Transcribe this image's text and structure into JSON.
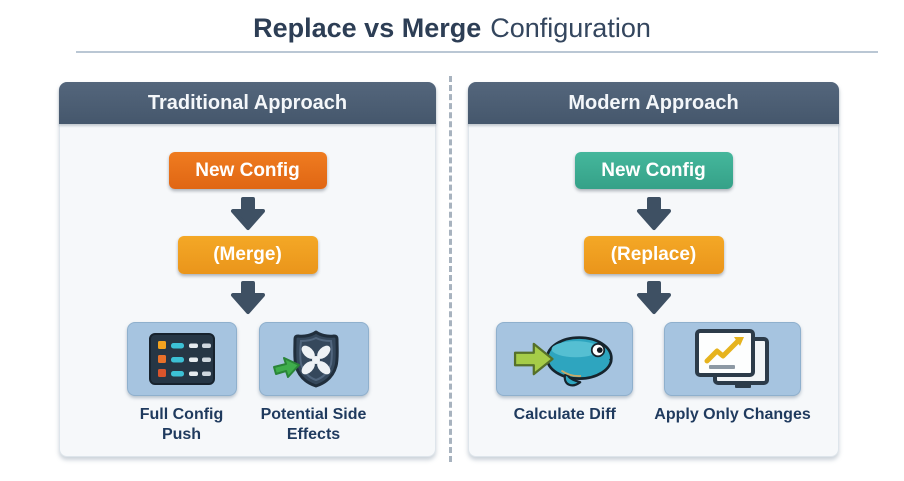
{
  "title": {
    "emphasis": "Replace vs Merge",
    "rest": "Configuration"
  },
  "panels": [
    {
      "header": "Traditional Approach",
      "config_label": "New Config",
      "operation_label": "(Merge)",
      "outcomes": [
        {
          "icon": "config-list-icon",
          "label": "Full Config Push"
        },
        {
          "icon": "shield-side-effects-icon",
          "label": "Potential Side Effects"
        }
      ]
    },
    {
      "header": "Modern Approach",
      "config_label": "New Config",
      "operation_label": "(Replace)",
      "outcomes": [
        {
          "icon": "diff-fish-icon",
          "label": "Calculate Diff"
        },
        {
          "icon": "monitor-changes-icon",
          "label": "Apply Only Changes"
        }
      ]
    }
  ],
  "colors": {
    "title_text": "#2d3e55",
    "panel_header_bg": "#48596d",
    "traditional_config_bg": "#e7701c",
    "modern_config_bg": "#3dac92",
    "operation_bg": "#f09e22",
    "flow_arrow": "#3e5063",
    "icon_box_bg": "#a6c4e0",
    "outcome_label_text": "#1f3a5e",
    "divider_dash": "#a8b3bf"
  }
}
